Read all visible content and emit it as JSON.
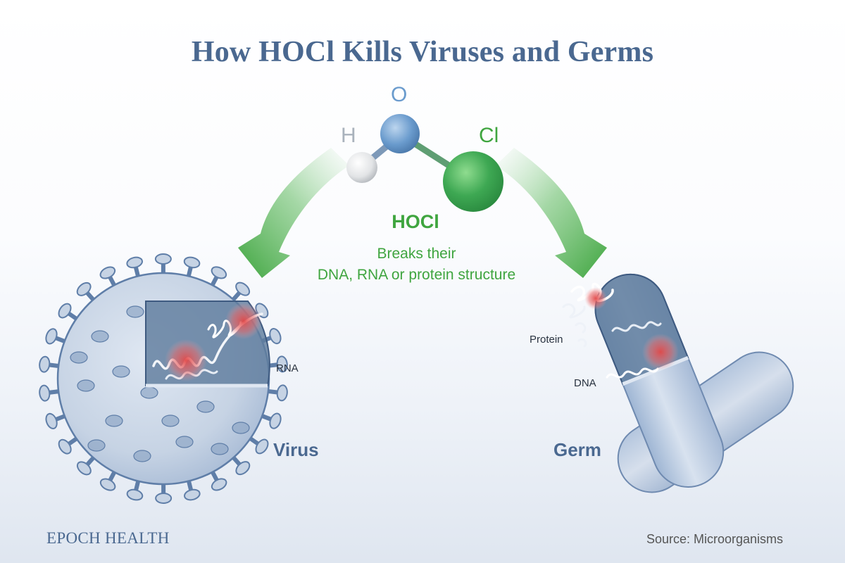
{
  "title": "How HOCl Kills Viruses and Germs",
  "molecule": {
    "atoms": {
      "oxygen": "O",
      "hydrogen": "H",
      "chlorine": "Cl"
    },
    "name": "HOCl",
    "caption_line1": "Breaks their",
    "caption_line2": "DNA, RNA or protein structure"
  },
  "virus": {
    "name": "Virus",
    "part_label": "RNA"
  },
  "germ": {
    "name": "Germ",
    "part_labels": {
      "protein": "Protein",
      "dna": "DNA"
    }
  },
  "footer": {
    "brand": "EPOCH HEALTH",
    "source": "Source: Microorganisms"
  },
  "colors": {
    "title": "#4a6890",
    "green": "#3fa53f",
    "oxygen_atom": "#6a9bcd",
    "chlorine_atom": "#3ea853",
    "hydrogen_atom": "#e2e4e6",
    "atom_label_light": "#a9b2bc",
    "virus_fill": "#c6d3e4",
    "virus_outline": "#5f7ea8",
    "damage_red": "#e24848",
    "label_dark": "#2a3340",
    "label_blue": "#4a6890",
    "source_gray": "#555555"
  }
}
